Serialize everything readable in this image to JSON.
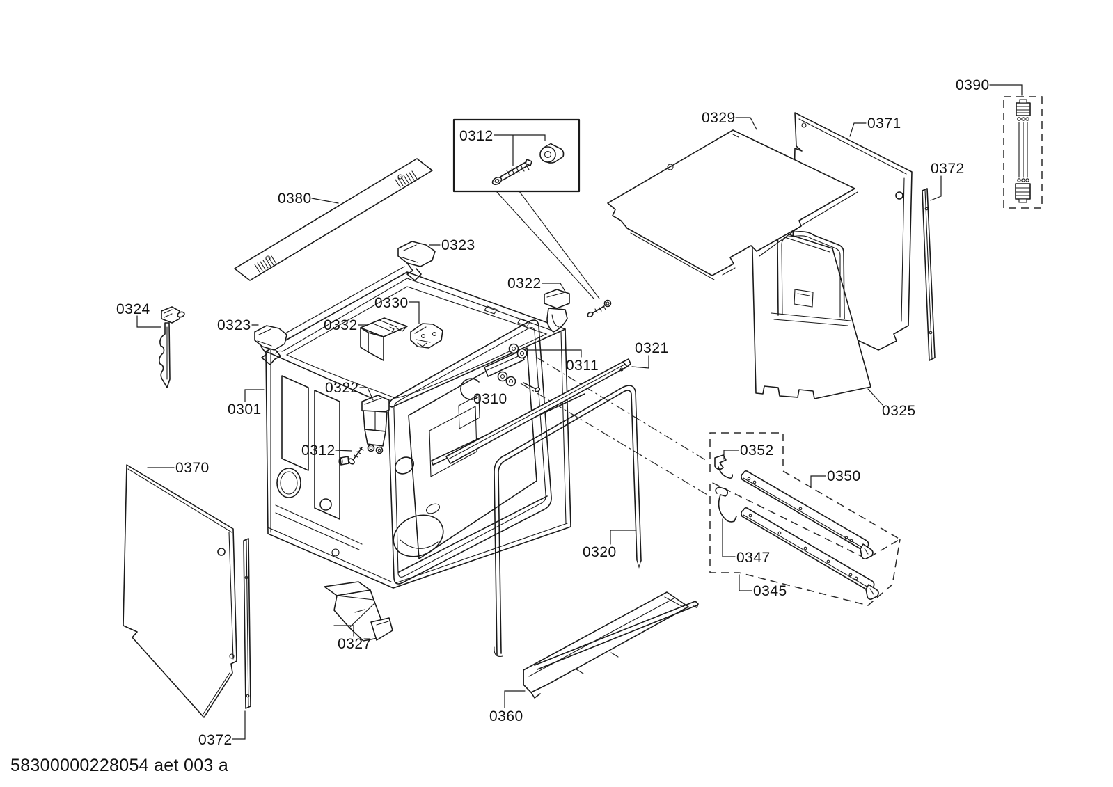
{
  "colors": {
    "background": "#ffffff",
    "line": "#1a1a1a"
  },
  "doc": {
    "code": "58300000228054 aet 003 a"
  },
  "labels": {
    "p0301": "0301",
    "p0310": "0310",
    "p0311": "0311",
    "p0312a": "0312",
    "p0312b": "0312",
    "p0320": "0320",
    "p0321": "0321",
    "p0322a": "0322",
    "p0322b": "0322",
    "p0323a": "0323",
    "p0323b": "0323",
    "p0324": "0324",
    "p0325": "0325",
    "p0327": "0327",
    "p0329": "0329",
    "p0330": "0330",
    "p0332": "0332",
    "p0345": "0345",
    "p0347": "0347",
    "p0350": "0350",
    "p0352": "0352",
    "p0360": "0360",
    "p0370": "0370",
    "p0371": "0371",
    "p0372a": "0372",
    "p0372b": "0372",
    "p0380": "0380",
    "p0390": "0390"
  }
}
